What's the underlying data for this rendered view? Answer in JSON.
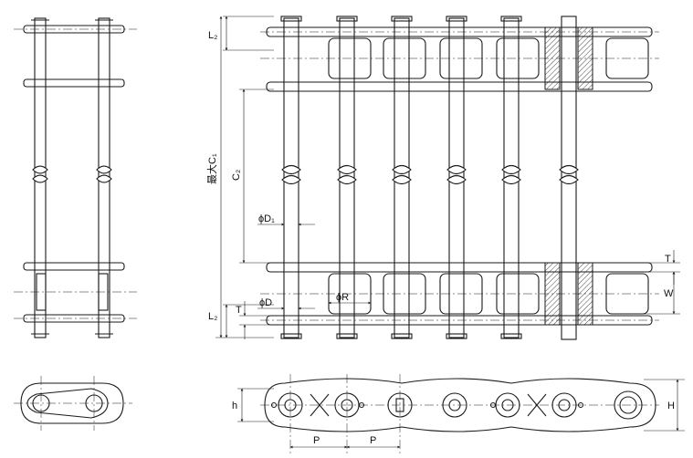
{
  "labels": {
    "L2_top": "L₂",
    "L2_bottom": "L₂",
    "C1": "最大C₁",
    "C2": "C₂",
    "D1": "ϕD₁",
    "D": "ϕD",
    "R": "ϕR",
    "T_right": "T",
    "T_left": "T",
    "W": "W",
    "h": "h",
    "H": "H",
    "P1": "P",
    "P2": "P"
  }
}
